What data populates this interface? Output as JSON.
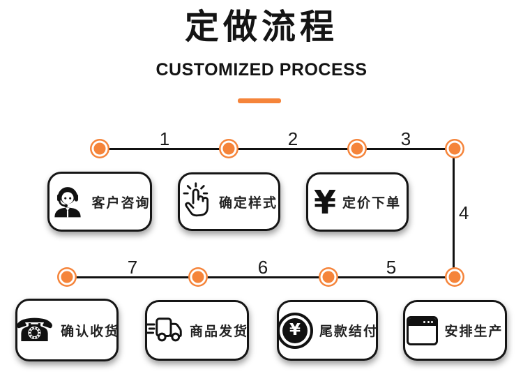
{
  "title": "定做流程",
  "subtitle": "CUSTOMIZED PROCESS",
  "colors": {
    "accent": "#F5843A",
    "line": "#111111"
  },
  "numbers": [
    "1",
    "2",
    "3",
    "4",
    "5",
    "6",
    "7"
  ],
  "steps": {
    "top": [
      {
        "label": "客户咨询",
        "icon": "customer-service-icon"
      },
      {
        "label": "确定样式",
        "icon": "tap-hand-icon"
      },
      {
        "label": "定价下单",
        "icon": "yen-sign-icon"
      }
    ],
    "bottom": [
      {
        "label": "确认收货",
        "icon": "telephone-icon"
      },
      {
        "label": "商品发货",
        "icon": "delivery-truck-icon"
      },
      {
        "label": "尾款结付",
        "icon": "yen-coin-icon"
      },
      {
        "label": "安排生产",
        "icon": "production-window-icon"
      }
    ]
  },
  "glyphs": {
    "yen": "¥",
    "telephone": "☎"
  }
}
